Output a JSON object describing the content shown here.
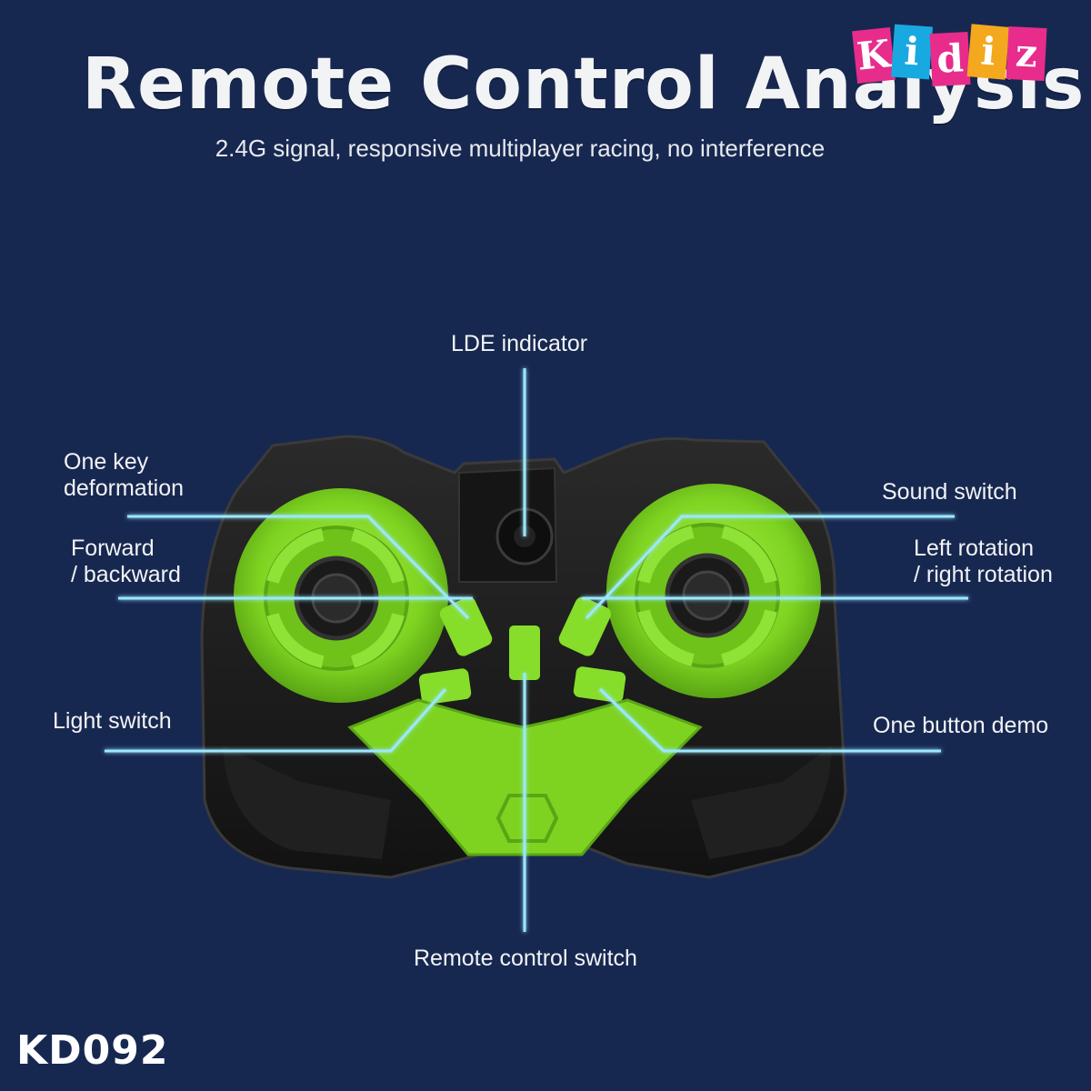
{
  "header": {
    "title": "Remote Control Analysis",
    "subtitle": "2.4G signal, responsive multiplayer racing, no interference"
  },
  "brand": {
    "logo_letters": [
      "K",
      "i",
      "d",
      "i",
      "z"
    ],
    "logo_text": "Kidiz"
  },
  "callouts": {
    "top": "LDE indicator",
    "bottom": "Remote control switch",
    "left": [
      "One key\ndeformation",
      "Forward\n / backward",
      "Light switch"
    ],
    "right": [
      "Sound switch",
      "Left rotation\n / right rotation",
      "One button demo"
    ]
  },
  "product_code": "KD092",
  "colors": {
    "background": "#172850",
    "accent_green": "#7ed321",
    "body_black": "#1a1a1a",
    "leader_line": "#9be8ff"
  }
}
